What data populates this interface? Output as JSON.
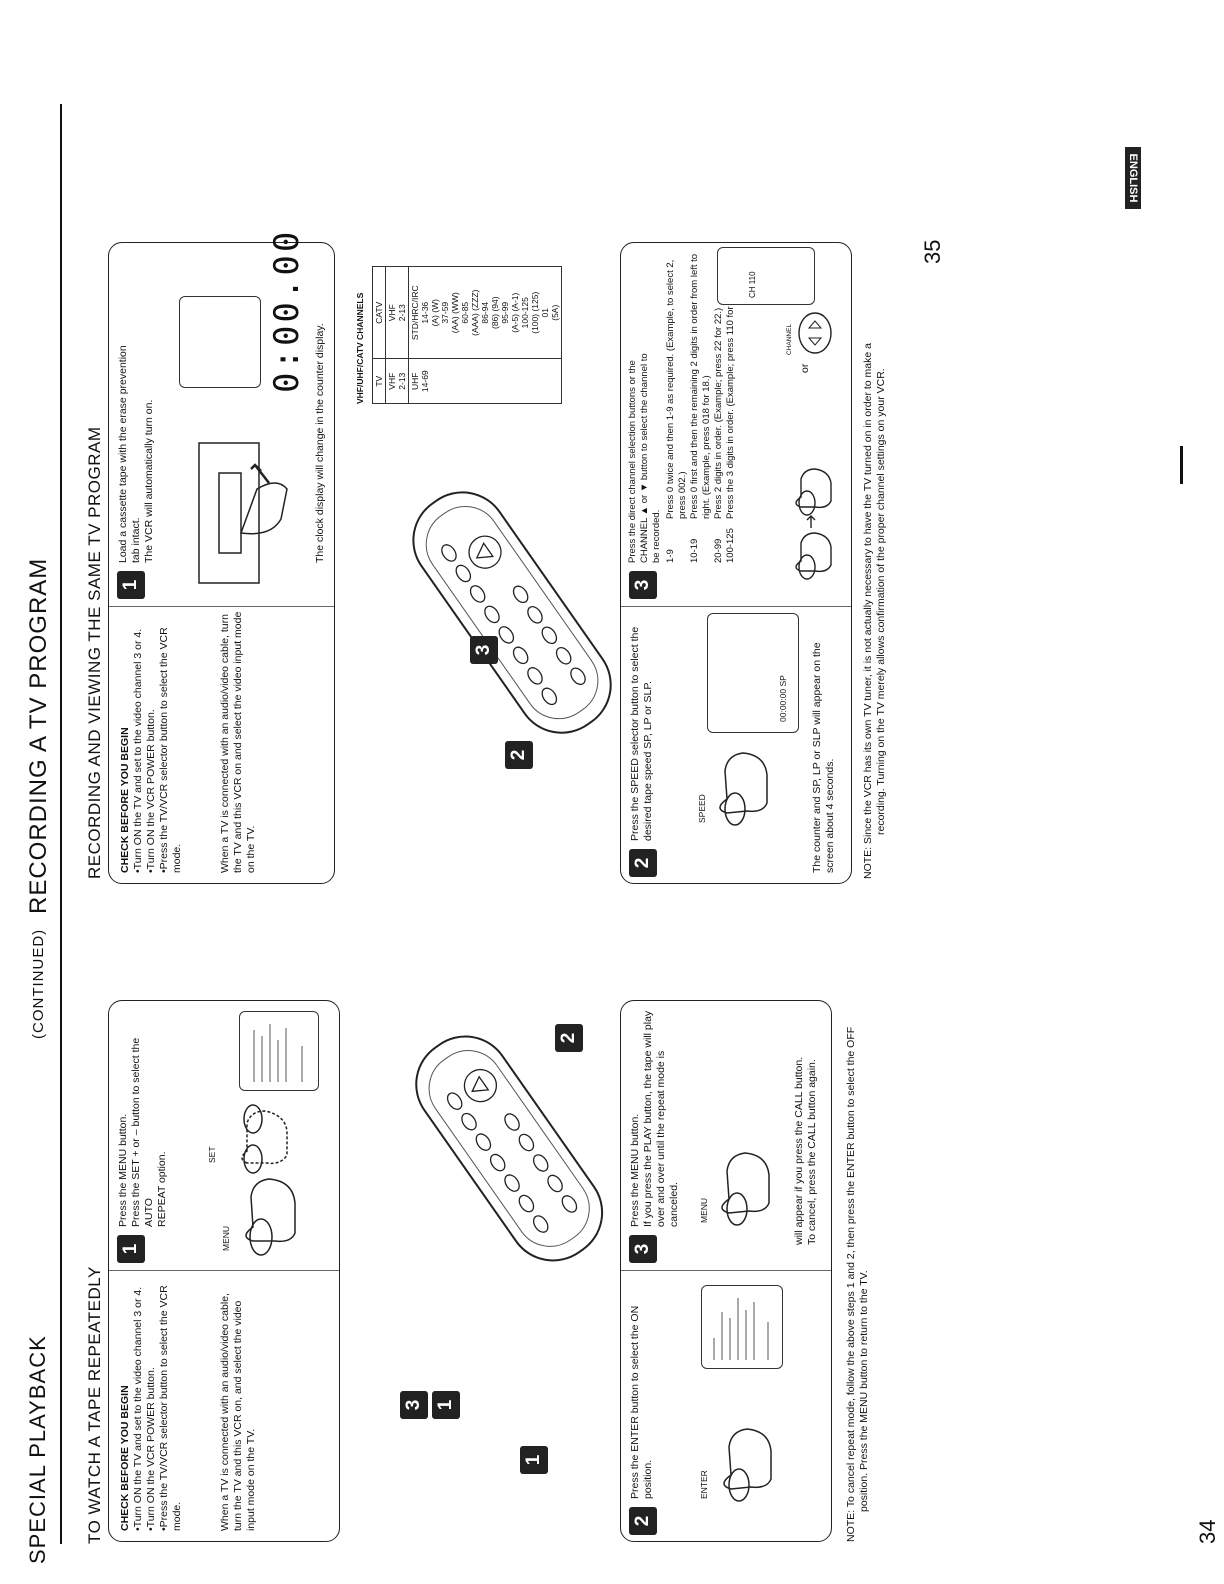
{
  "header": {
    "left_title": "SPECIAL PLAYBACK",
    "continued": "(CONTINUED)",
    "right_title": "RECORDING A TV PROGRAM",
    "english_tab": "ENGLISH"
  },
  "left": {
    "section_title": "TO WATCH A TAPE REPEATEDLY",
    "check_title": "CHECK BEFORE YOU BEGIN",
    "check_items": [
      "•Turn ON the TV and set to the video channel 3 or 4.",
      "•Turn ON the VCR POWER button.",
      "•Press the TV/VCR selector button to select the VCR mode."
    ],
    "av_note": "When a TV is connected with an audio/video cable, turn the TV and this VCR on, and select the video input mode on the TV.",
    "step1_num": "1",
    "step1_lines": [
      "Press the MENU button.",
      "Press the SET + or – button to select the AUTO",
      "REPEAT option."
    ],
    "step1_labels": {
      "menu": "MENU",
      "set": "SET"
    },
    "step2_num": "2",
    "step2_lines": [
      "Press the ENTER button to select the ON",
      "position."
    ],
    "step2_label": "ENTER",
    "step3_num": "3",
    "step3_lines": [
      "Press the MENU button.",
      "If you press the PLAY button, the tape will play",
      "over and over until the repeat mode is canceled."
    ],
    "step3_label": "MENU",
    "step3_note": [
      "will appear if you press the CALL button.",
      "To cancel, press the CALL button again."
    ],
    "callout_labels": [
      "1",
      "2",
      "3"
    ],
    "note": [
      "NOTE: To cancel repeat mode, follow the above steps 1 and 2, then press the ENTER button to select the OFF",
      "position. Press the MENU button to return to the TV."
    ],
    "page_num": "34"
  },
  "right": {
    "section_title": "RECORDING AND VIEWING THE SAME TV PROGRAM",
    "check_title": "CHECK BEFORE YOU BEGIN",
    "check_items": [
      "•Turn ON the TV and set to the video channel 3 or 4.",
      "•Turn ON the VCR POWER button.",
      "•Press the TV/VCR selector button to select the VCR mode."
    ],
    "av_note": "When a TV is connected with an audio/video cable, turn the TV and this VCR on and select the video input mode on the TV.",
    "step1_num": "1",
    "step1_lines": [
      "Load a cassette tape with the erase prevention",
      "tab intact.",
      "The VCR will automatically turn on."
    ],
    "clock_note": "The clock display will change in the counter display.",
    "step2_num": "2",
    "step2_lines": [
      "Press the SPEED selector button to select the",
      "desired tape speed SP, LP or SLP."
    ],
    "step2_label": "SPEED",
    "step2_screen": "00:00:00 SP",
    "step2_note": [
      "The counter and SP, LP or SLP will appear on the",
      "screen about 4 seconds."
    ],
    "step3_num": "3",
    "step3_lines": [
      "Press the direct channel selection buttons or the",
      "CHANNEL ▲ or ▼ button to select the channel to",
      "be recorded."
    ],
    "step3_rows": [
      {
        "range": "1-9",
        "text": "Press 0 twice and then 1-9 as required. (Example, to select 2, press 002.)"
      },
      {
        "range": "10-19",
        "text": "Press 0 first and then the remaining 2 digits in order from left to right. (Example, press 018 for 18.)"
      },
      {
        "range": "20-99",
        "text": "Press 2 digits in order. (Example; press 22 for 22.)"
      },
      {
        "range": "100-125",
        "text": "Press the 3 digits in order. (Example; press 110 for 110.)"
      }
    ],
    "step3_or": "or",
    "step3_channel": "CHANNEL",
    "step3_screen": "CH 110",
    "callout_labels": [
      "2",
      "3"
    ],
    "table": {
      "title": "VHF/UHF/CATV CHANNELS",
      "headers": [
        "TV",
        "CATV"
      ],
      "rows": [
        [
          "VHF\n2-13",
          "VHF\n2-13"
        ],
        [
          "UHF\n14-69",
          "STD/HRC/IRC\n14-36\n(A) (W)\n37-59\n(AA) (WW)\n60-85\n(AAA) (ZZZ)\n86-94\n(86) (94)\n95-99\n(A-5) (A-1)\n100-125\n(100) (125)\n01\n(5A)"
        ]
      ]
    },
    "note": [
      "NOTE:  Since the VCR has its own TV tuner, it is not actually necessary to have the TV turned on in order to make a",
      "recording. Turning on the TV merely allows confirmation of the proper channel settings on your VCR."
    ],
    "page_num": "35"
  }
}
